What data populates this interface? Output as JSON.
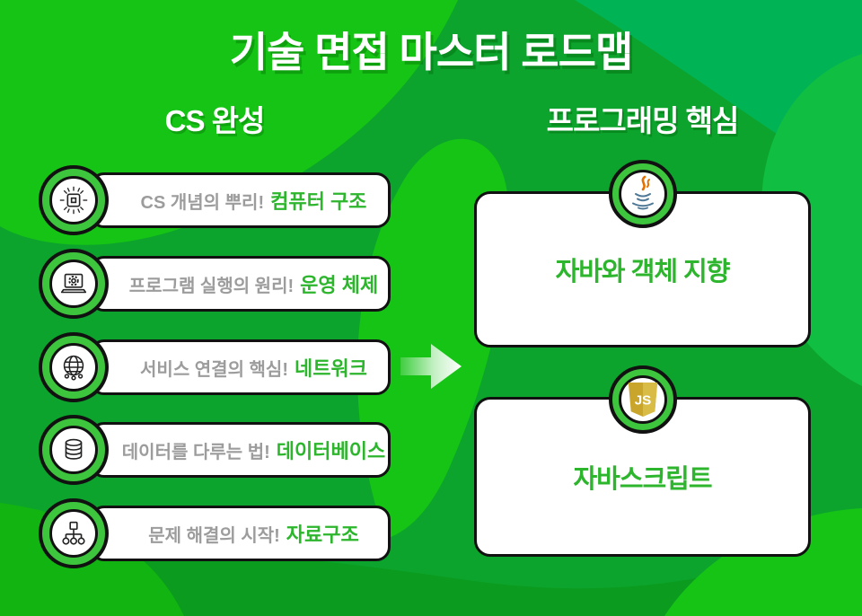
{
  "title": "기술 면접 마스터 로드맵",
  "columns": {
    "left": {
      "header": "CS 완성"
    },
    "right": {
      "header": "프로그래밍 핵심"
    }
  },
  "roadmap_items": [
    {
      "icon": "cpu-chip-icon",
      "prefix": "CS 개념의 뿌리!",
      "highlight": "컴퓨터 구조"
    },
    {
      "icon": "laptop-gear-icon",
      "prefix": "프로그램 실행의 원리!",
      "highlight": "운영 체제"
    },
    {
      "icon": "globe-network-icon",
      "prefix": "서비스 연결의 핵심!",
      "highlight": "네트워크"
    },
    {
      "icon": "database-icon",
      "prefix": "데이터를 다루는 법!",
      "highlight": "데이터베이스"
    },
    {
      "icon": "tree-structure-icon",
      "prefix": "문제 해결의 시작!",
      "highlight": "자료구조"
    }
  ],
  "program_cards": [
    {
      "icon": "java-logo-icon",
      "label": "자바와 객체 지향"
    },
    {
      "icon": "javascript-logo-icon",
      "label": "자바스크립트"
    }
  ],
  "colors": {
    "background_base_green": "#0CA42C",
    "background_bright_green": "#15C415",
    "background_teal_green": "#00B456",
    "background_dark_green": "#0A9B1F",
    "accent_green_text": "#2DB52D",
    "muted_gray_text": "#9C9C9C",
    "ring_green": "#3DC53D",
    "outline_black": "#111111",
    "java_orange": "#E76F00",
    "java_blue": "#4E7896",
    "javascript_gold": "#C9A62B"
  }
}
